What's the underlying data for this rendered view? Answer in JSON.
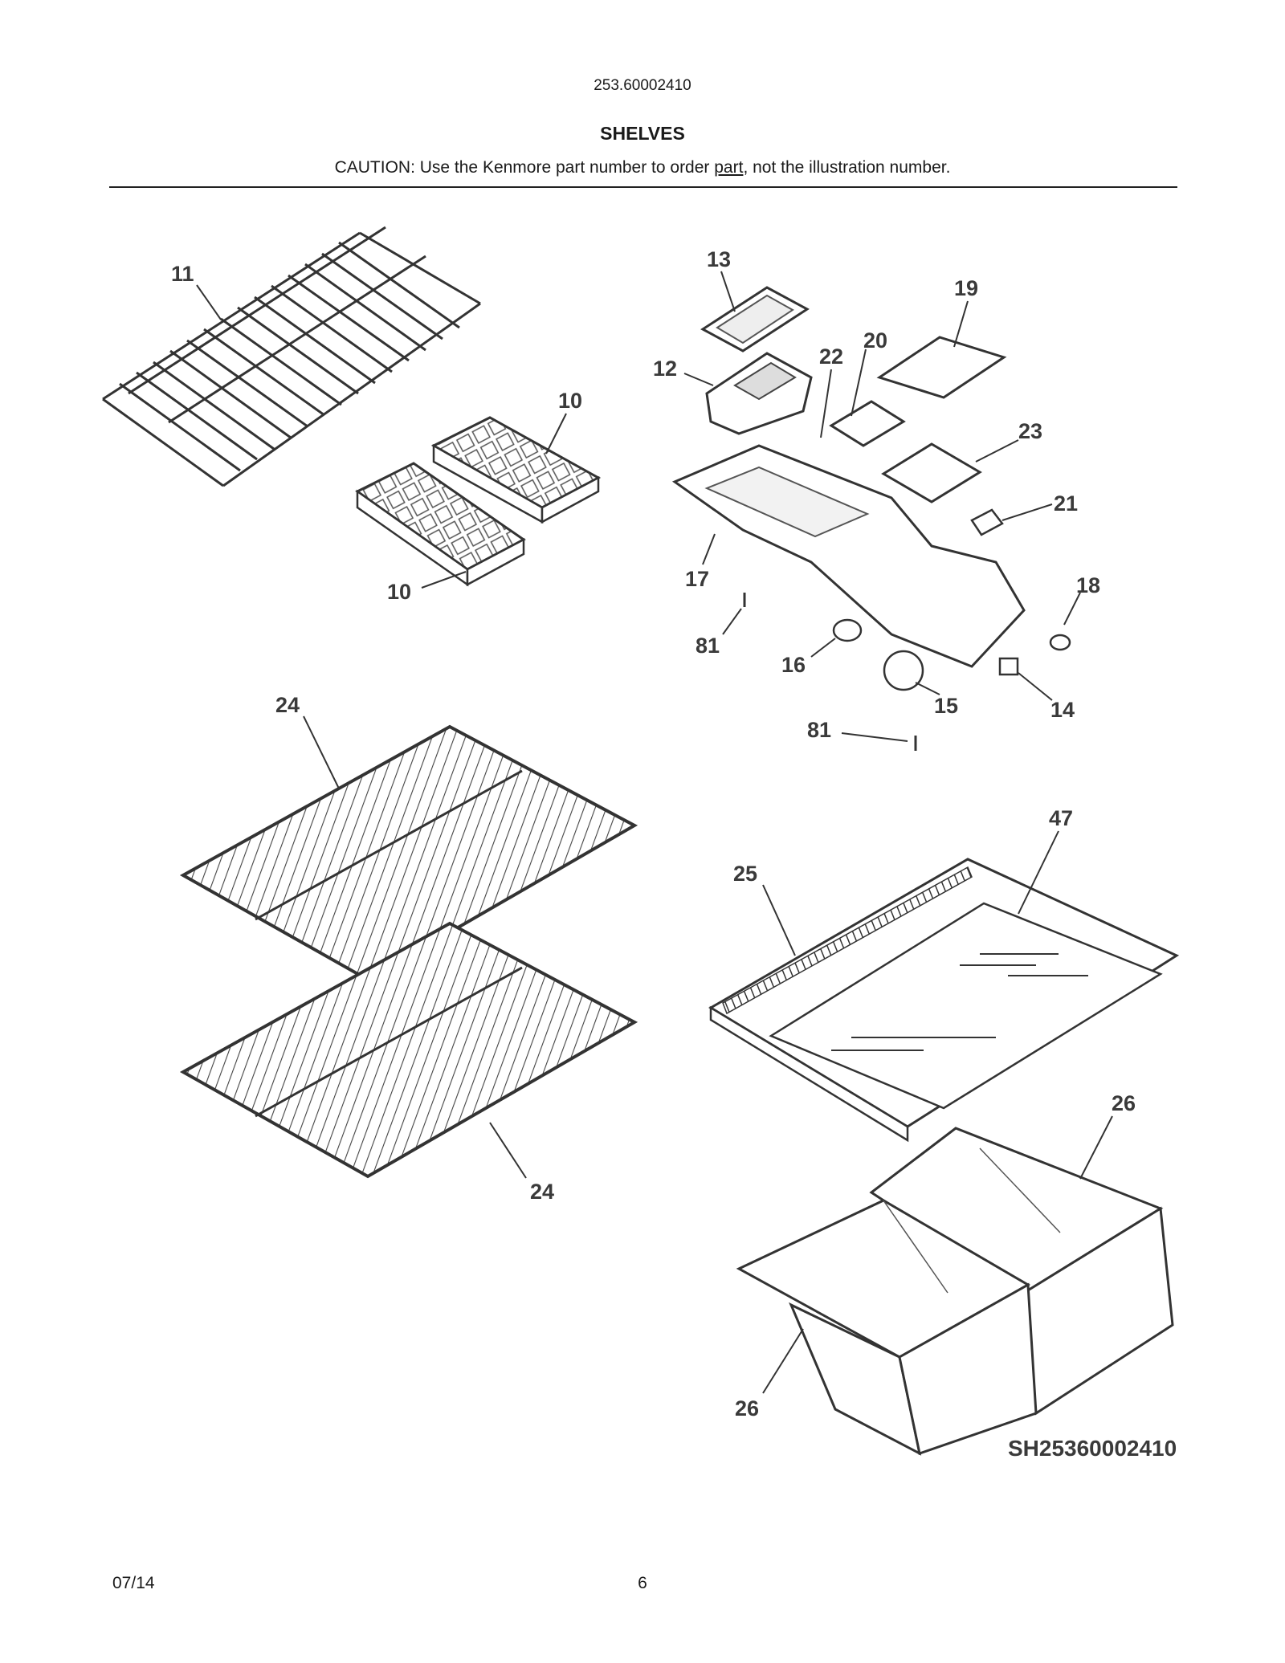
{
  "header": {
    "model_number": "253.60002410",
    "section_title": "SHELVES",
    "caution_before": "CAUTION: Use the Kenmore part number to order ",
    "caution_link": "part",
    "caution_after": ", not the illustration number."
  },
  "callouts": {
    "c11": "11",
    "c10a": "10",
    "c10b": "10",
    "c13": "13",
    "c19": "19",
    "c12": "12",
    "c22": "22",
    "c20": "20",
    "c23": "23",
    "c21": "21",
    "c17": "17",
    "c18": "18",
    "c81a": "81",
    "c16": "16",
    "c15": "15",
    "c14": "14",
    "c81b": "81",
    "c24a": "24",
    "c24b": "24",
    "c47": "47",
    "c25": "25",
    "c26a": "26",
    "c26b": "26"
  },
  "diagram_code": "SH25360002410",
  "footer": {
    "date": "07/14",
    "page_number": "6"
  }
}
